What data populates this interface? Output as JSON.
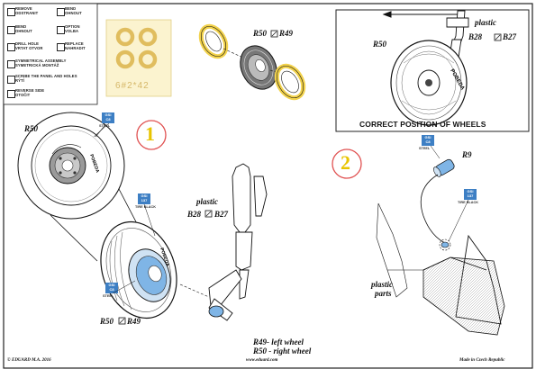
{
  "legend": {
    "items": [
      {
        "icon": "remove-icon",
        "text1": "REMOVE",
        "text2": "ODSTRANIT"
      },
      {
        "icon": "bend-icon",
        "text1": "BEND",
        "text2": "OHNOUT"
      },
      {
        "icon": "bend-around-icon",
        "text1": "BEND",
        "text2": "OHNOUT"
      },
      {
        "icon": "option-icon",
        "text1": "OPTION",
        "text2": "VOLBA"
      },
      {
        "icon": "drill-hole-icon",
        "text1": "DRILL HOLE",
        "text2": "VRTAT OTVOR"
      },
      {
        "icon": "replace-icon",
        "text1": "REPLACE",
        "text2": "NAHRADIT"
      },
      {
        "icon": "symmetrical-icon",
        "text1": "SYMMETRICAL ASSEMBLY",
        "text2": "SYMETRICKÁ MONTÁŽ"
      },
      {
        "icon": "scribe-icon",
        "text1": "SCRIBE THE PANEL AND HOLES",
        "text2": "RÝTÍ"
      },
      {
        "icon": "reverse-icon",
        "text1": "REVERSE SIDE",
        "text2": "OTOČIT"
      }
    ]
  },
  "fret": {
    "label": "6#2*42"
  },
  "parts": {
    "r50_r49_top": "R50",
    "r49_top": "R49",
    "r50_inset": "R50",
    "r50_right": "R50",
    "r9": "R9",
    "r50_bottom": "R50",
    "r49_bottom": "R49"
  },
  "plastic": {
    "word": "plastic",
    "step1_codes": [
      "B28",
      "B27"
    ],
    "right_codes": [
      "B28",
      "B27"
    ],
    "parts_line1": "plastic",
    "parts_line2": "parts"
  },
  "caption": "CORRECT POSITION OF WHEELS",
  "steps": [
    "1",
    "2"
  ],
  "colors": {
    "steel": {
      "num": "C8",
      "name": "STEEL",
      "tag_top": "GSI"
    },
    "tire_black": {
      "num": "137",
      "name": "TIRE BLACK",
      "tag_top": "GSI"
    }
  },
  "note": {
    "line1": "R49- left wheel",
    "line2": "R50 - right wheel"
  },
  "footer": {
    "left": "© EDUARD  M.A.  2016",
    "center": "www.eduard.com",
    "right": "Made in Czech Republic"
  },
  "accent": "#e8c400"
}
